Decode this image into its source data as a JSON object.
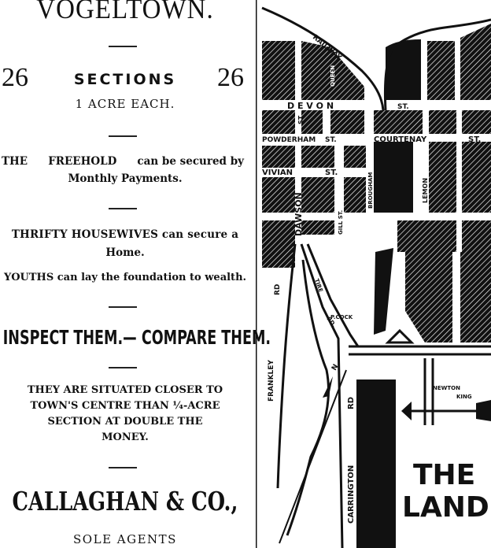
{
  "ad": {
    "title": "VOGELTOWN.",
    "count_left": "26",
    "count_right": "26",
    "sections_label": "SECTIONS",
    "size": "1 ACRE EACH.",
    "freehold_line1_a": "THE",
    "freehold_line1_b": "FREEHOLD",
    "freehold_line1_c": "can be secured by",
    "freehold_line2": "Monthly Payments.",
    "housewives_line1": "THRIFTY HOUSEWIVES can secure a",
    "housewives_line2": "Home.",
    "youths": "YOUTHS can lay the foundation to wealth.",
    "inspect": "INSPECT THEM.— COMPARE THEM.",
    "situated": [
      "THEY ARE SITUATED CLOSER TO",
      "TOWN'S CENTRE THAN ¼-ACRE",
      "SECTION AT DOUBLE THE",
      "MONEY."
    ],
    "agent": "CALLAGHAN & CO.,",
    "agent_role": "SOLE AGENTS"
  },
  "map": {
    "labels": {
      "railway": "RAILWAY",
      "queen": "QUEEN",
      "devon": "D E V O N",
      "devon_st": "ST.",
      "st_vertical": "ST",
      "powderham": "POWDERHAM",
      "powderham_st": "ST.",
      "courtenay": "COURTENAY",
      "courtenay_st": "ST.",
      "vivian": "VIVIAN",
      "vivian_st": "ST.",
      "dawson": "DAWSON",
      "gill": "GILL ST.",
      "brougham": "BROUGHAM",
      "lemon": "LEMON",
      "frankley": "FRANKLEY",
      "frankley_rd": "RD",
      "tire": "TIRE",
      "tire_rd": "RD.",
      "pcock": "P.COCK",
      "carrington": "CARRINGTON",
      "carrington_rd": "RD",
      "newton_king_1": "NEWTON",
      "newton_king_2": "KING",
      "the_land_1": "THE",
      "the_land_2": "LAND",
      "north": "N"
    }
  }
}
